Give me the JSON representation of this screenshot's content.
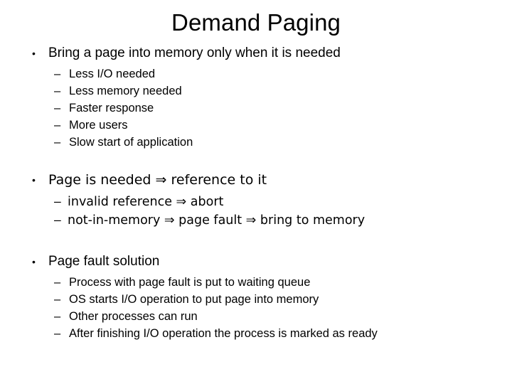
{
  "slide": {
    "title": "Demand Paging",
    "background_color": "#ffffff",
    "text_color": "#000000",
    "bullet_marker": "•",
    "dash_marker": "–",
    "arrow_symbol": "⇒",
    "groups": [
      {
        "heading": "Bring a page into memory only when it is needed",
        "items": [
          "Less I/O needed",
          "Less memory needed",
          "Faster response",
          "More users",
          "Slow start of application"
        ]
      },
      {
        "heading": "Page is needed ⇒ reference to it",
        "items": [
          "invalid reference ⇒ abort",
          "not-in-memory ⇒ page fault ⇒ bring to memory"
        ]
      },
      {
        "heading": "Page fault solution",
        "items": [
          "Process with page fault is put to waiting queue",
          "OS starts I/O operation to put page into memory",
          "Other processes can run",
          "After finishing I/O operation the process is marked as ready"
        ]
      }
    ]
  }
}
